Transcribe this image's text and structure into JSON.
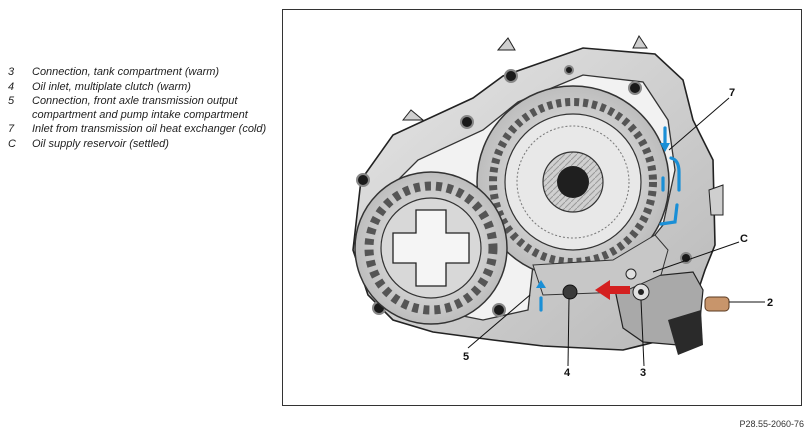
{
  "legend": [
    {
      "key": "3",
      "text": "Connection, tank compartment (warm)"
    },
    {
      "key": "4",
      "text": "Oil inlet, multiplate clutch (warm)"
    },
    {
      "key": "5",
      "text": "Connection, front axle transmission output compartment and pump intake compartment"
    },
    {
      "key": "7",
      "text": "Inlet from transmission oil heat exchanger (cold)"
    },
    {
      "key": "C",
      "text": "Oil supply reservoir (settled)"
    }
  ],
  "callouts": {
    "c7": "7",
    "cC": "C",
    "c2": "2",
    "c5": "5",
    "c4": "4",
    "c3": "3"
  },
  "figure_code": "P28.55-2060-76",
  "colors": {
    "cold_oil": "#1a8fd6",
    "warm_oil": "#d42020",
    "housing": "#d9d9d9"
  }
}
